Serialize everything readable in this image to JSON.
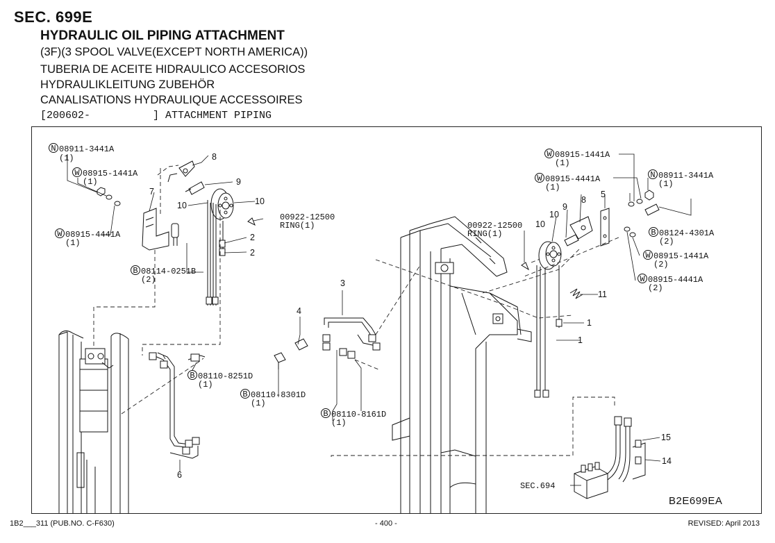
{
  "header": {
    "section": "SEC. 699E",
    "title": "HYDRAULIC OIL PIPING ATTACHMENT",
    "subtitle": "(3F)(3 SPOOL VALVE(EXCEPT NORTH AMERICA))",
    "title_es": "TUBERIA DE ACEITE HIDRAULICO ACCESORIOS",
    "title_de": "HYDRAULIKLEITUNG ZUBEHÖR",
    "title_fr": "CANALISATIONS HYDRAULIQUE ACCESSOIRES",
    "range": "[200602-          ] ATTACHMENT PIPING"
  },
  "callouts": {
    "n1_code": "08911-3441A",
    "n1_qty": "(1)",
    "w1_code": "08915-1441A",
    "w1_qty": "(1)",
    "w2_code": "08915-4441A",
    "w2_qty": "(1)",
    "b1_code": "08114-0251B",
    "b1_qty": "(2)",
    "ring1_code": "00922-12500",
    "ring1_label": "RING(1)",
    "b2_code": "08110-8251D",
    "b2_qty": "(1)",
    "b3_code": "08110-8301D",
    "b3_qty": "(1)",
    "b4_code": "08110-8161D",
    "b4_qty": "(1)",
    "w3_code": "08915-1441A",
    "w3_qty": "(1)",
    "w4_code": "08915-4441A",
    "w4_qty": "(1)",
    "n2_code": "08911-3441A",
    "n2_qty": "(1)",
    "ring2_code": "00922-12500",
    "ring2_label": "RING(1)",
    "b5_code": "08124-4301A",
    "b5_qty": "(2)",
    "w5_code": "08915-1441A",
    "w5_qty": "(2)",
    "w6_code": "08915-4441A",
    "w6_qty": "(2)",
    "sec_ref": "SEC.694",
    "diagram_code": "B2E699EA"
  },
  "part_numbers": {
    "p1a": "1",
    "p1b": "1",
    "p2a": "2",
    "p2b": "2",
    "p3": "3",
    "p4": "4",
    "p5": "5",
    "p6": "6",
    "p7": "7",
    "p8a": "8",
    "p8b": "8",
    "p9a": "9",
    "p9b": "9",
    "p10a": "10",
    "p10b": "10",
    "p10c": "10",
    "p10d": "10",
    "p11": "11",
    "p14": "14",
    "p15": "15"
  },
  "markers": {
    "n": "N",
    "w": "W",
    "b": "B"
  },
  "footer": {
    "left": "1B2___311 (PUB.NO. C-F630)",
    "center": "- 400 -",
    "right": "REVISED: April 2013"
  }
}
